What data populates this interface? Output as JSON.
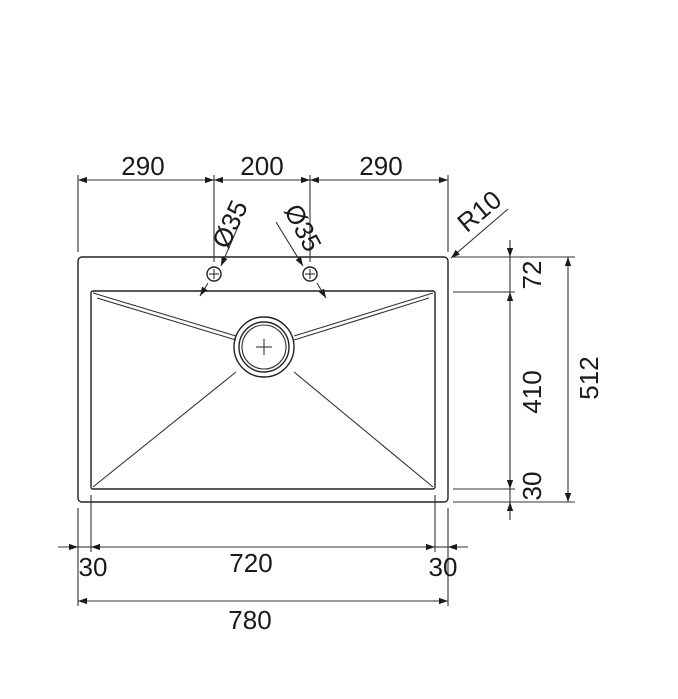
{
  "dimensions": {
    "top_left": "290",
    "top_center": "200",
    "top_right": "290",
    "hole_left": "Ø35",
    "hole_right": "Ø35",
    "radius": "R10",
    "right_top": "72",
    "right_middle": "410",
    "right_bottom": "30",
    "right_total": "512",
    "bottom_left": "30",
    "bottom_center": "720",
    "bottom_right": "30",
    "bottom_total": "780"
  },
  "colors": {
    "line": "#222222",
    "background": "#ffffff"
  }
}
